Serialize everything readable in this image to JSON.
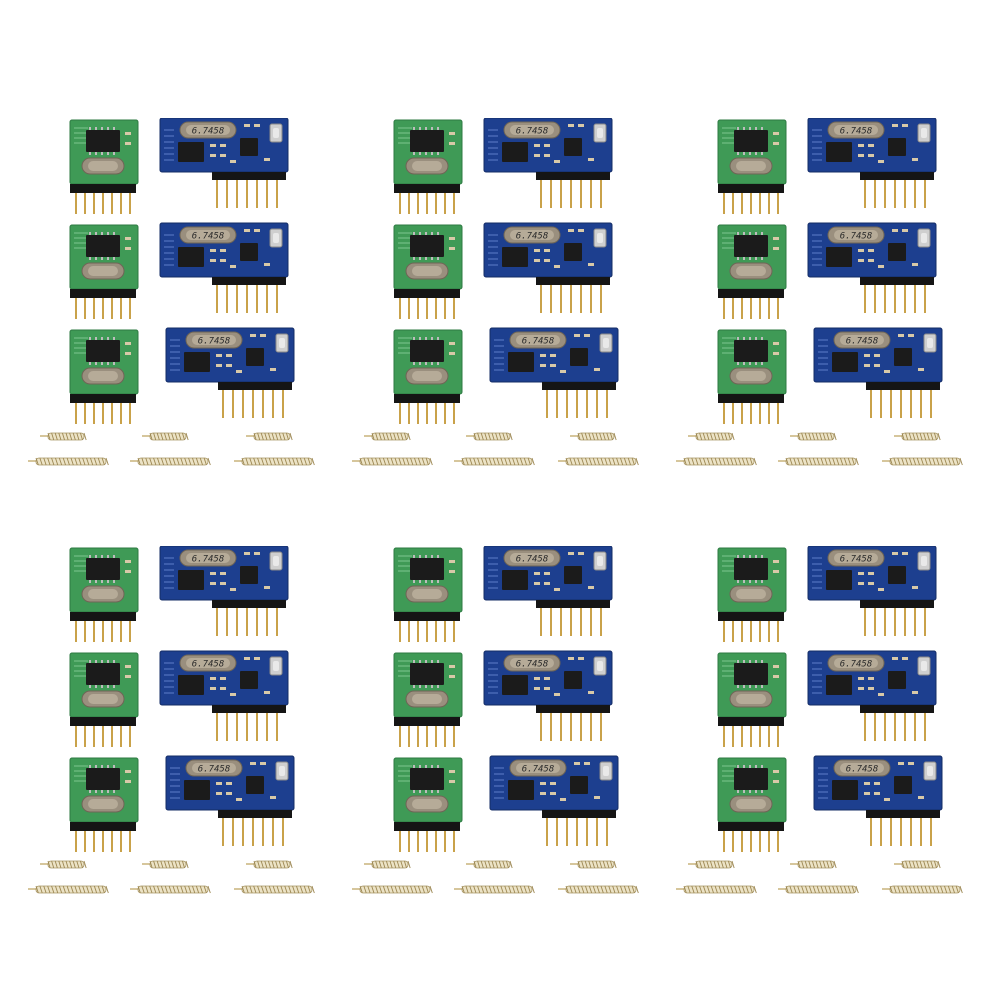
{
  "image": {
    "kind": "product-photo",
    "subject": "rf-transmitter-receiver-module-kit",
    "background_color": "#ffffff"
  },
  "layout": {
    "grid_rows": 2,
    "grid_cols": 3,
    "modules_per_group": 3
  },
  "colors": {
    "transmitter_pcb": "#3f9a56",
    "transmitter_pcb_dark": "#2d7a42",
    "receiver_pcb": "#1d3f8f",
    "receiver_pcb_dark": "#142c66",
    "chip": "#1b1b1b",
    "crystal": "#9a8f7e",
    "header_black": "#151515",
    "pin_gold": "#c9a24a",
    "spring_gold": "#c8b27a",
    "button_silver": "#cfcfcf"
  },
  "labels": {
    "crystal_marking": "6.7458"
  }
}
